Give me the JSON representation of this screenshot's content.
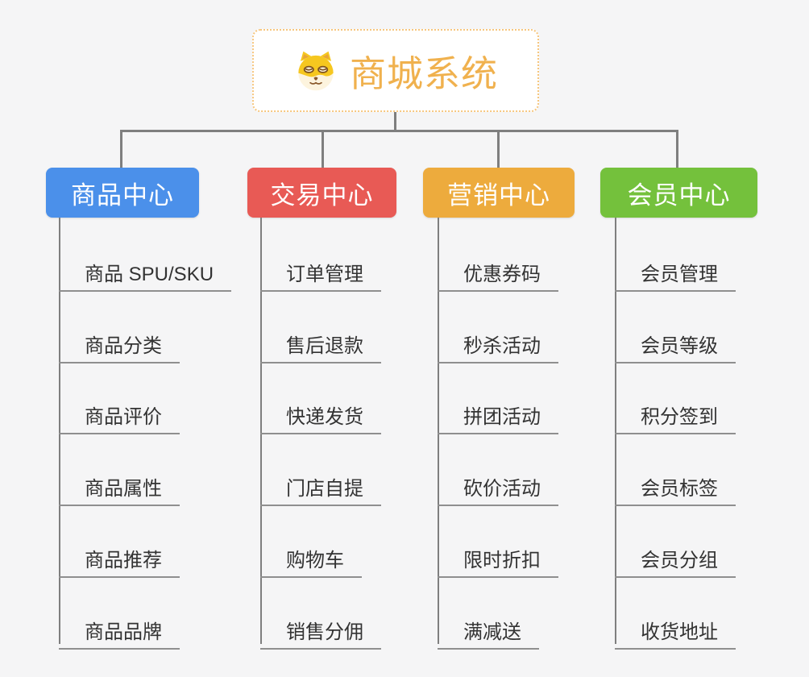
{
  "root": {
    "title": "商城系统",
    "icon": "doge-dog-icon"
  },
  "branches": [
    {
      "label": "商品中心",
      "color": "#4b90ea",
      "items": [
        "商品 SPU/SKU",
        "商品分类",
        "商品评价",
        "商品属性",
        "商品推荐",
        "商品品牌"
      ]
    },
    {
      "label": "交易中心",
      "color": "#e85a55",
      "items": [
        "订单管理",
        "售后退款",
        "快递发货",
        "门店自提",
        "购物车",
        "销售分佣"
      ]
    },
    {
      "label": "营销中心",
      "color": "#edab3d",
      "items": [
        "优惠券码",
        "秒杀活动",
        "拼团活动",
        "砍价活动",
        "限时折扣",
        "满减送"
      ]
    },
    {
      "label": "会员中心",
      "color": "#74c13c",
      "items": [
        "会员管理",
        "会员等级",
        "积分签到",
        "会员标签",
        "会员分组",
        "收货地址"
      ]
    }
  ],
  "colors": {
    "background": "#f5f5f6",
    "connector": "#7f7f7f",
    "line": "#8f8f8f",
    "item_text": "#333333",
    "root_title": "#f0b14e",
    "root_border": "#f6c67e"
  }
}
